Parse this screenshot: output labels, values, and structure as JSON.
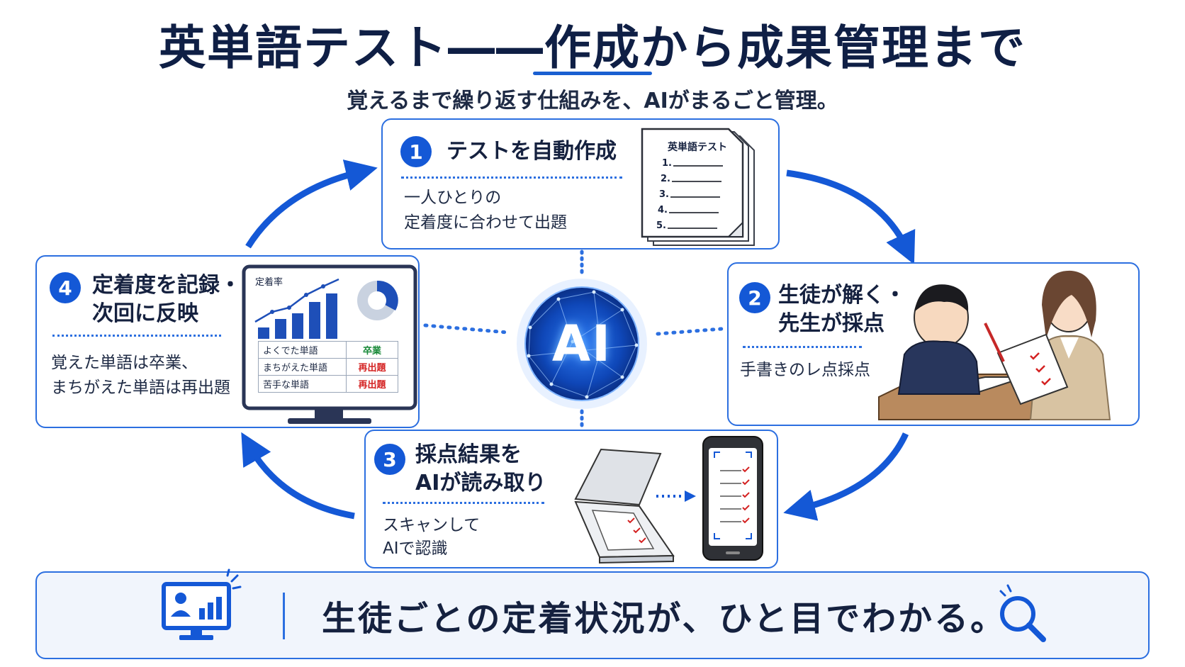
{
  "title": "英単語テスト――作成から成果管理まで",
  "subtitle": "覚えるまで繰り返す仕組みを、AIがまるごと管理。",
  "ai_center": {
    "label": "AI"
  },
  "steps": [
    {
      "number": "1",
      "title_lines": [
        "テストを自動作成"
      ],
      "desc_lines": [
        "一人ひとりの",
        "定着度に合わせて出題"
      ],
      "illustration": {
        "heading": "英単語テスト",
        "items": [
          "1.",
          "2.",
          "3.",
          "4.",
          "5."
        ]
      }
    },
    {
      "number": "2",
      "title_lines": [
        "生徒が解く・",
        "先生が採点"
      ],
      "desc_lines": [
        "手書きのレ点採点"
      ]
    },
    {
      "number": "3",
      "title_lines": [
        "採点結果を",
        "AIが読み取り"
      ],
      "desc_lines": [
        "スキャンして",
        "AIで認識"
      ]
    },
    {
      "number": "4",
      "title_lines": [
        "定着度を記録・",
        "次回に反映"
      ],
      "desc_lines": [
        "覚えた単語は卒業、",
        "まちがえた単語は再出題"
      ],
      "monitor": {
        "chart_label": "定着率",
        "rows": [
          {
            "label": "よくでた単語",
            "status": "卒業"
          },
          {
            "label": "まちがえた単語",
            "status": "再出題"
          },
          {
            "label": "苦手な単語",
            "status": "再出題"
          }
        ]
      }
    }
  ],
  "banner": {
    "text": "生徒ごとの定着状況が、ひと目でわかる。",
    "icons": [
      "dashboard-monitor-icon",
      "magnifier-icon"
    ]
  },
  "colors": {
    "accent": "#1458d6",
    "border": "#2c6fe0",
    "navy": "#0f1f45",
    "check_red": "#d42222",
    "graduate_green": "#1a8a3a"
  }
}
